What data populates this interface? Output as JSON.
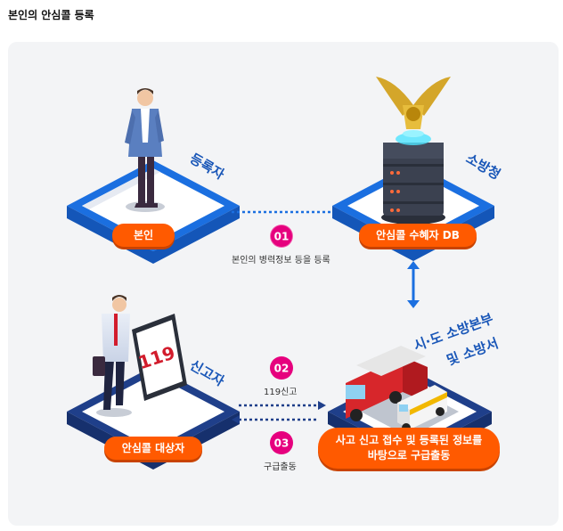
{
  "title": "본인의 안심콜 등록",
  "nodes": {
    "self": {
      "label": "본인",
      "role": "등록자"
    },
    "db": {
      "label": "안심콜 수혜자 DB",
      "role": "소방청"
    },
    "caller": {
      "label": "안심콜 대상자",
      "role": "신고자"
    },
    "dispatch": {
      "label_line1": "사고 신고 접수 및 등록된 정보를",
      "label_line2": "바탕으로 구급출동",
      "role_line1": "시·도 소방본부",
      "role_line2": "및 소방서"
    }
  },
  "steps": [
    {
      "num": "01",
      "label": "본인의 병력정보 등을 등록"
    },
    {
      "num": "02",
      "label": "119신고"
    },
    {
      "num": "03",
      "label": "구급출동"
    }
  ],
  "phone_text": "119",
  "colors": {
    "blue": "#1b6fe0",
    "navy": "#1f3f8a",
    "orange": "#ff5a00",
    "magenta": "#e6007e"
  }
}
